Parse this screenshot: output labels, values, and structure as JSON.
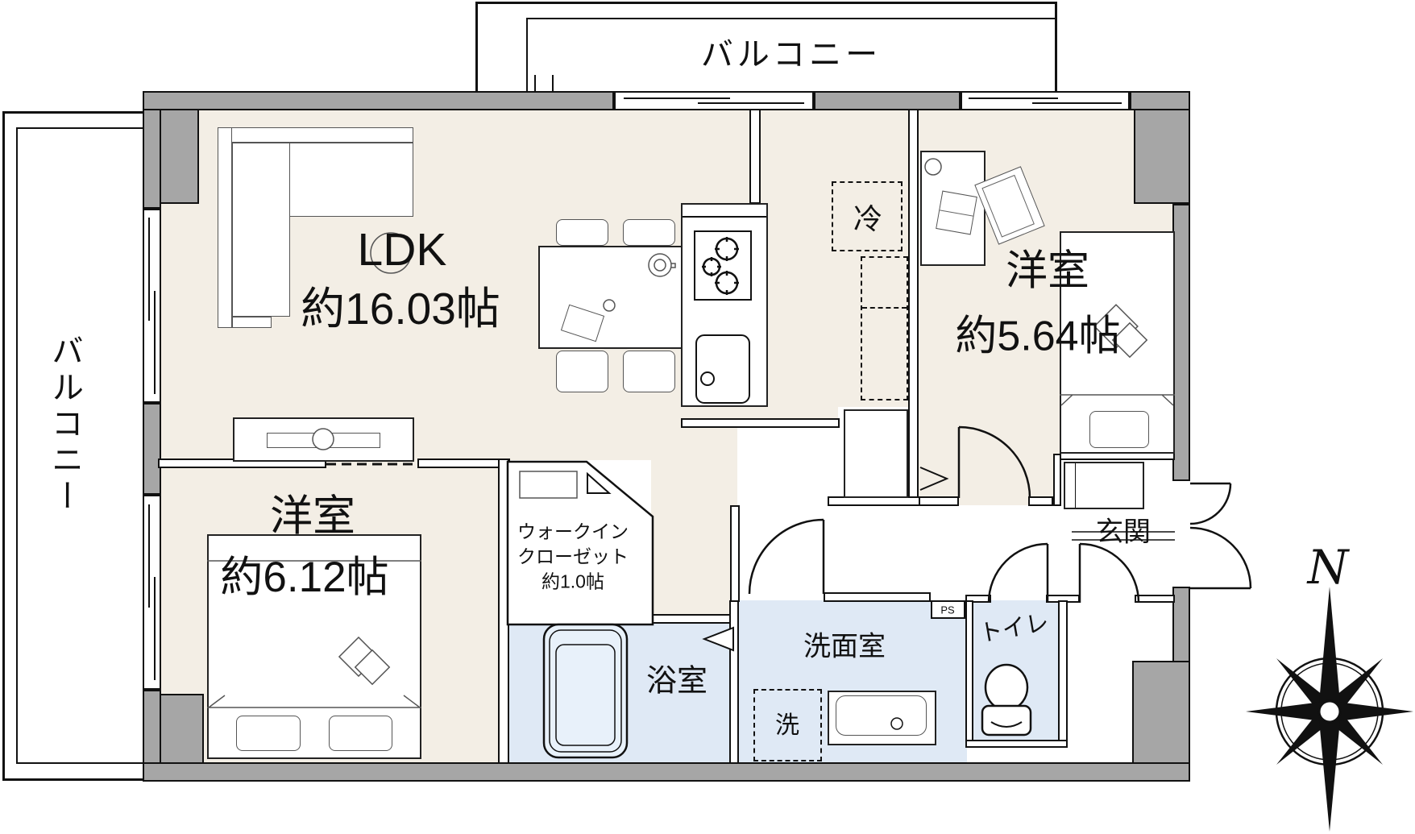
{
  "balconies": {
    "top": "バルコニー",
    "left": "バルコニー"
  },
  "ldk": {
    "name": "LDK",
    "size": "約16.03帖"
  },
  "bedroom_564": {
    "name": "洋室",
    "size": "約5.64帖"
  },
  "bedroom_612": {
    "name": "洋室",
    "size": "約6.12帖"
  },
  "wic": {
    "line1": "ウォークイン",
    "line2": "クローゼット",
    "line3": "約1.0帖"
  },
  "bathroom": {
    "name": "浴室"
  },
  "washroom": {
    "name": "洗面室"
  },
  "toilet": {
    "name": "トイレ"
  },
  "entrance": {
    "name": "玄関"
  },
  "fixtures": {
    "fridge": "冷",
    "washer": "洗",
    "pipe_space": "PS"
  },
  "compass": {
    "north": "N"
  },
  "colors": {
    "floor_beige": "#f3eee5",
    "wet_blue": "#dfe9f5",
    "wall_gray": "#a6a6a6",
    "line": "#111111"
  }
}
